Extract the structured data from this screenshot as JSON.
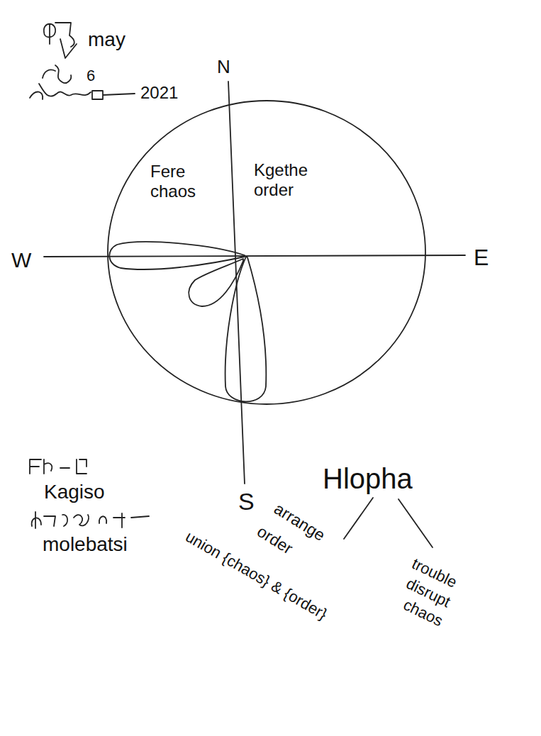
{
  "diagram": {
    "nodes": [
      {
        "text": [
          "Fere chaos",
          "Kgethe order"
        ]
      }
    ],
    "labels": [
      "may",
      "6",
      "2021",
      "N",
      "W",
      "E",
      "S",
      "Kagiso",
      "molebatsi",
      "Hlopha",
      "arrange",
      "order",
      "union {chaos} & {order}",
      "trouble",
      "disrupt",
      "chaos"
    ]
  }
}
